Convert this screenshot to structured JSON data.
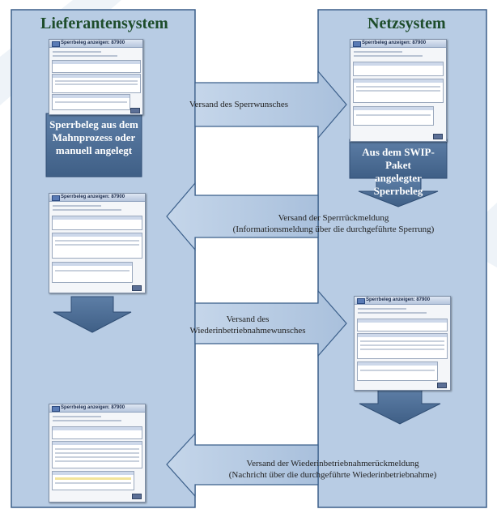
{
  "left_system": {
    "title": "Lieferantensystem",
    "box_label": [
      "Sperrbeleg aus dem",
      "Mahnprozess oder",
      "manuell angelegt"
    ]
  },
  "right_system": {
    "title": "Netzsystem",
    "box_label": [
      "Aus dem SWIP-Paket",
      "angelegter Sperrbeleg"
    ]
  },
  "messages": [
    {
      "lines": [
        "Versand des Sperrwunsches"
      ]
    },
    {
      "lines": [
        "Versand der Sperrrückmeldung",
        "(Informationsmeldung über die durchgeführte Sperrung)"
      ]
    },
    {
      "lines": [
        "Versand des",
        "Wiederinbetriebnahmewunsches"
      ]
    },
    {
      "lines": [
        "Versand der Wiederinbetriebnahmerückmeldung",
        "(Nachricht über die durchgeführte Wiederinbetriebnahme)"
      ]
    }
  ],
  "screenshots": [
    {
      "title": "Sperrbeleg anzeigen: 87900"
    },
    {
      "title": "Sperrbeleg anzeigen: 87900"
    },
    {
      "title": "Sperrbeleg anzeigen: 87900"
    },
    {
      "title": "Sperrbeleg anzeigen: 87900"
    },
    {
      "title": "Sperrbeleg anzeigen: 87900"
    }
  ],
  "colors": {
    "panel_fill": "#b8cce4",
    "panel_stroke": "#3b5f8a",
    "dark_box": "#4f6e94",
    "title_text": "#1e4d2b"
  }
}
